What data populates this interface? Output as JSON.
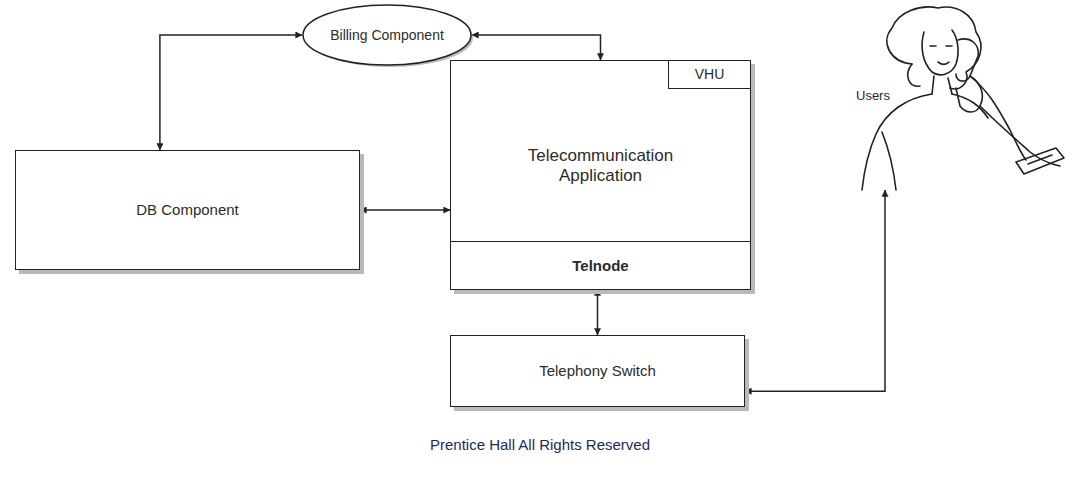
{
  "diagram": {
    "nodes": [
      {
        "text": [
          "Billing Component"
        ]
      },
      {
        "text": [
          "DB Component"
        ]
      },
      {
        "text": [
          "Telecommunication Application"
        ]
      },
      {
        "text": [
          "VHU"
        ],
        "in": 2
      },
      {
        "text": [
          "Telnode"
        ],
        "in": 2
      },
      {
        "text": [
          "Telephony Switch"
        ]
      },
      {
        "text": [
          "Users"
        ]
      }
    ],
    "edges": [
      {
        "from": 0,
        "to": 1,
        "arrow": "both"
      },
      {
        "from": 0,
        "to": 2,
        "arrow": "both"
      },
      {
        "from": 1,
        "to": 2,
        "arrow": "both"
      },
      {
        "from": 4,
        "to": 5,
        "arrow": "both"
      },
      {
        "from": 5,
        "to": 6,
        "arrow": "both"
      }
    ],
    "labels": [
      "Prentice Hall All Rights Reserved"
    ]
  }
}
